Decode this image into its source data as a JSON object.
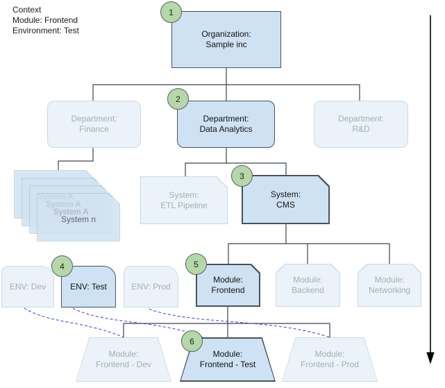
{
  "context": {
    "title": "Context",
    "module": "Module: Frontend",
    "environment": "Environment: Test"
  },
  "colors": {
    "active_fill": "#cfe2f3",
    "active_border": "#47525c",
    "faded_fill": "#ecf2f9",
    "faded_border": "#ccd8e4",
    "faded_text": "#a3adb8",
    "step_circle_fill": "#b6d7a8",
    "dashed_link": "#4a48e6"
  },
  "nodes": {
    "organization": {
      "line1": "Organization:",
      "line2": "Sample inc",
      "step": "1"
    },
    "dept_finance": {
      "line1": "Department:",
      "line2": "Finance"
    },
    "dept_data_analytics": {
      "line1": "Department:",
      "line2": "Data Analytics",
      "step": "2"
    },
    "dept_rnd": {
      "line1": "Department:",
      "line2": "R&D"
    },
    "system_stack": {
      "items": [
        "System A",
        "System A",
        "System A",
        "System n"
      ]
    },
    "system_etl": {
      "line1": "System:",
      "line2": "ETL Pipeline"
    },
    "system_cms": {
      "line1": "System:",
      "line2": "CMS",
      "step": "3"
    },
    "env_dev": {
      "label": "ENV: Dev"
    },
    "env_test": {
      "label": "ENV: Test",
      "step": "4"
    },
    "env_prod": {
      "label": "ENV: Prod"
    },
    "module_frontend": {
      "line1": "Module:",
      "line2": "Frontend",
      "step": "5"
    },
    "module_backend": {
      "line1": "Module:",
      "line2": "Backend"
    },
    "module_networking": {
      "line1": "Module:",
      "line2": "Networking"
    },
    "deploy_dev": {
      "line1": "Module:",
      "line2": "Frontend - Dev"
    },
    "deploy_test": {
      "line1": "Module:",
      "line2": "Frontend - Test",
      "step": "6"
    },
    "deploy_prod": {
      "line1": "Module:",
      "line2": "Frontend - Prod"
    }
  }
}
